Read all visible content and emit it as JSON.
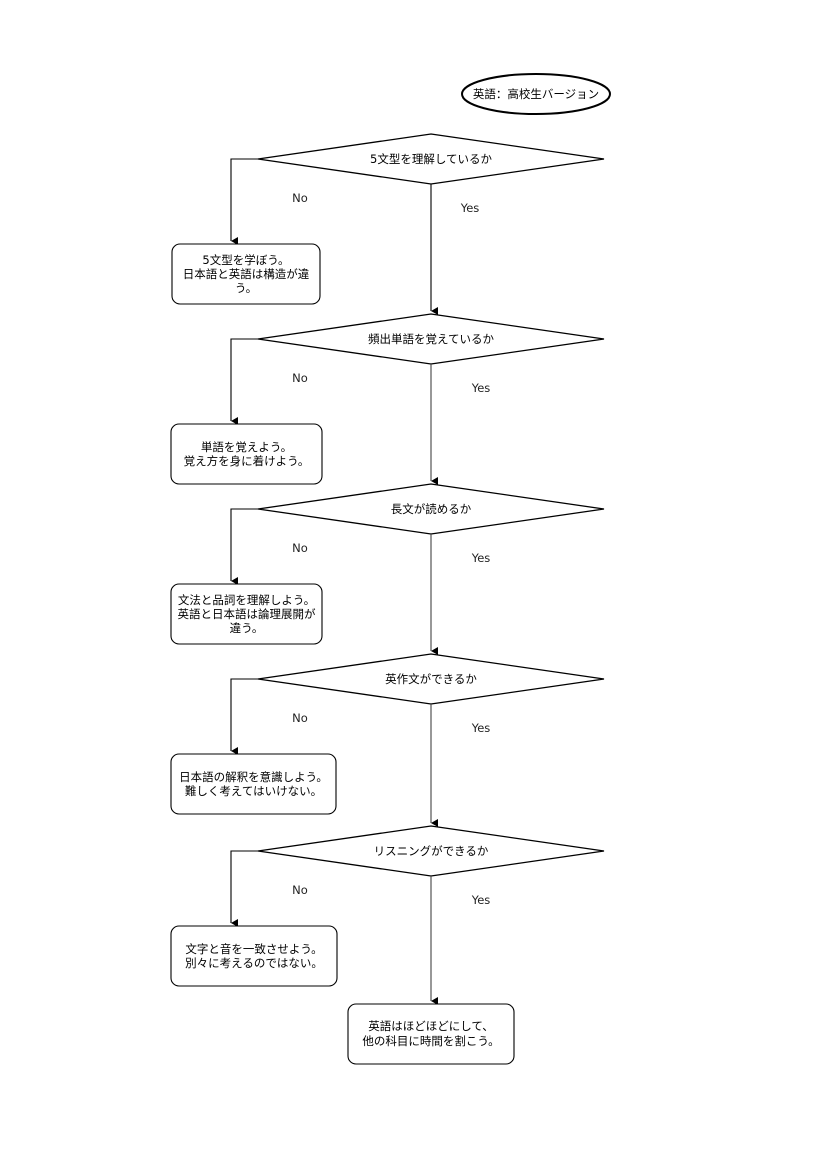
{
  "title": "英語：高校生バージョン",
  "questions": [
    {
      "text": "5文型を理解しているか",
      "no": "No",
      "yes": "Yes",
      "advice": [
        "5文型を学ぼう。",
        "日本語と英語は構造が違",
        "う。"
      ]
    },
    {
      "text": "頻出単語を覚えているか",
      "no": "No",
      "yes": "Yes",
      "advice": [
        "単語を覚えよう。",
        "覚え方を身に着けよう。"
      ]
    },
    {
      "text": "長文が読めるか",
      "no": "No",
      "yes": "Yes",
      "advice": [
        "文法と品詞を理解しよう。",
        "英語と日本語は論理展開が",
        "違う。"
      ]
    },
    {
      "text": "英作文ができるか",
      "no": "No",
      "yes": "Yes",
      "advice": [
        "日本語の解釈を意識しよう。",
        "難しく考えてはいけない。"
      ]
    },
    {
      "text": "リスニングができるか",
      "no": "No",
      "yes": "Yes",
      "advice": [
        "文字と音を一致させよう。",
        "別々に考えるのではない。"
      ]
    }
  ],
  "final": [
    "英語はほどほどにして、",
    "他の科目に時間を割こう。"
  ],
  "colors": {
    "stroke": "#000000",
    "fill": "#ffffff",
    "edge": "#333333"
  }
}
